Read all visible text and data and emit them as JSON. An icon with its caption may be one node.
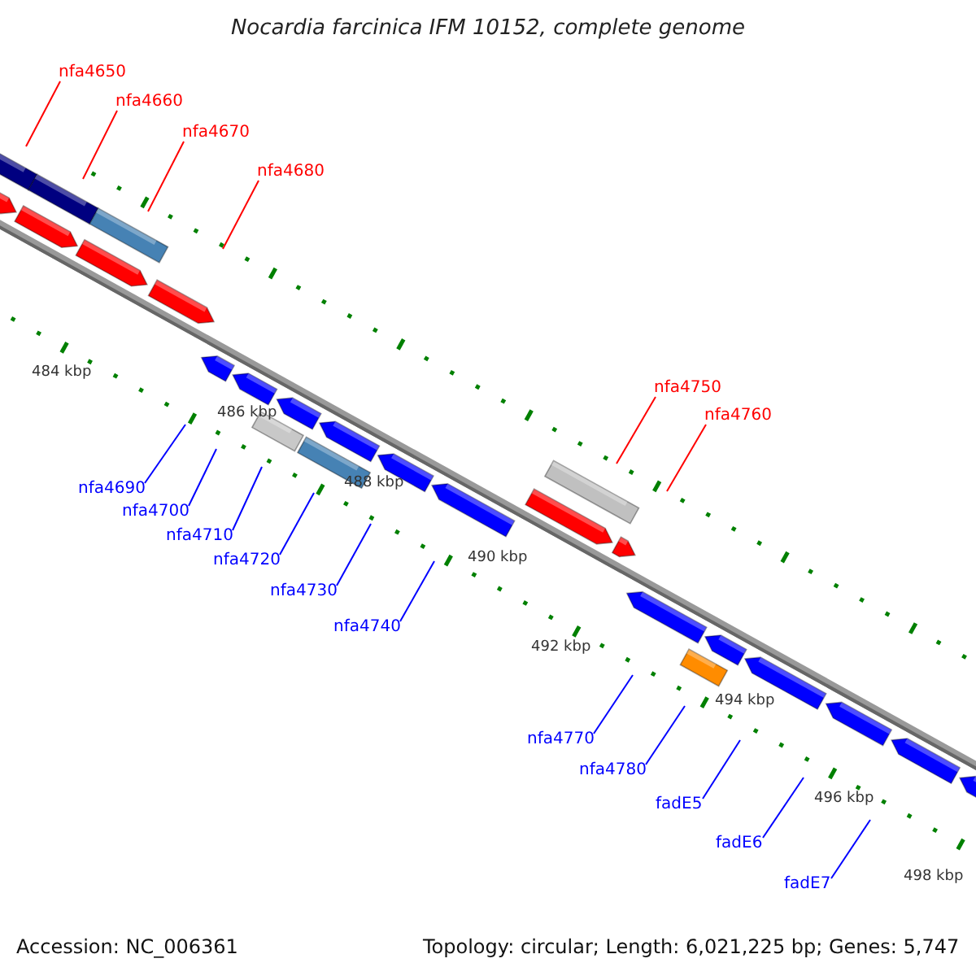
{
  "diagram": {
    "title": "Nocardia farcinica IFM 10152, complete genome",
    "nodes": [
      {
        "text": [
          "nfa4650"
        ]
      },
      {
        "text": [
          "nfa4660"
        ]
      },
      {
        "text": [
          "nfa4670"
        ]
      },
      {
        "text": [
          "nfa4680"
        ]
      },
      {
        "text": [
          "nfa4750"
        ]
      },
      {
        "text": [
          "nfa4760"
        ]
      },
      {
        "text": [
          "nfa4690"
        ]
      },
      {
        "text": [
          "nfa4700"
        ]
      },
      {
        "text": [
          "nfa4710"
        ]
      },
      {
        "text": [
          "nfa4720"
        ]
      },
      {
        "text": [
          "nfa4730"
        ]
      },
      {
        "text": [
          "nfa4740"
        ]
      },
      {
        "text": [
          "nfa4770"
        ]
      },
      {
        "text": [
          "nfa4780"
        ]
      },
      {
        "text": [
          "fadE5"
        ]
      },
      {
        "text": [
          "fadE6"
        ]
      },
      {
        "text": [
          "fadE7"
        ]
      }
    ],
    "edges": [
      {
        "from": 0,
        "to": null,
        "arrow": "none",
        "color": "#ff0000"
      },
      {
        "from": 1,
        "to": null,
        "arrow": "none",
        "color": "#ff0000"
      },
      {
        "from": 2,
        "to": null,
        "arrow": "none",
        "color": "#ff0000"
      },
      {
        "from": 3,
        "to": null,
        "arrow": "none",
        "color": "#ff0000"
      },
      {
        "from": 4,
        "to": null,
        "arrow": "none",
        "color": "#ff0000"
      },
      {
        "from": 5,
        "to": null,
        "arrow": "none",
        "color": "#ff0000"
      },
      {
        "from": 6,
        "to": null,
        "arrow": "none"
      },
      {
        "from": 7,
        "to": null,
        "arrow": "none"
      },
      {
        "from": 8,
        "to": null,
        "arrow": "none"
      },
      {
        "from": 9,
        "to": null,
        "arrow": "none"
      },
      {
        "from": 10,
        "to": null,
        "arrow": "none"
      },
      {
        "from": 11,
        "to": null,
        "arrow": "none"
      },
      {
        "from": 12,
        "to": null,
        "arrow": "none"
      },
      {
        "from": 13,
        "to": null,
        "arrow": "none"
      },
      {
        "from": 14,
        "to": null,
        "arrow": "none"
      },
      {
        "from": 15,
        "to": null,
        "arrow": "none"
      },
      {
        "from": 16,
        "to": null,
        "arrow": "none"
      }
    ],
    "labels": [
      "484 kbp",
      "486 kbp",
      "488 kbp",
      "490 kbp",
      "492 kbp",
      "494 kbp",
      "496 kbp",
      "498 kbp",
      "Accession: NC_006361",
      "Topology: circular; Length: 6,021,225 bp; Genes: 5,747"
    ]
  }
}
